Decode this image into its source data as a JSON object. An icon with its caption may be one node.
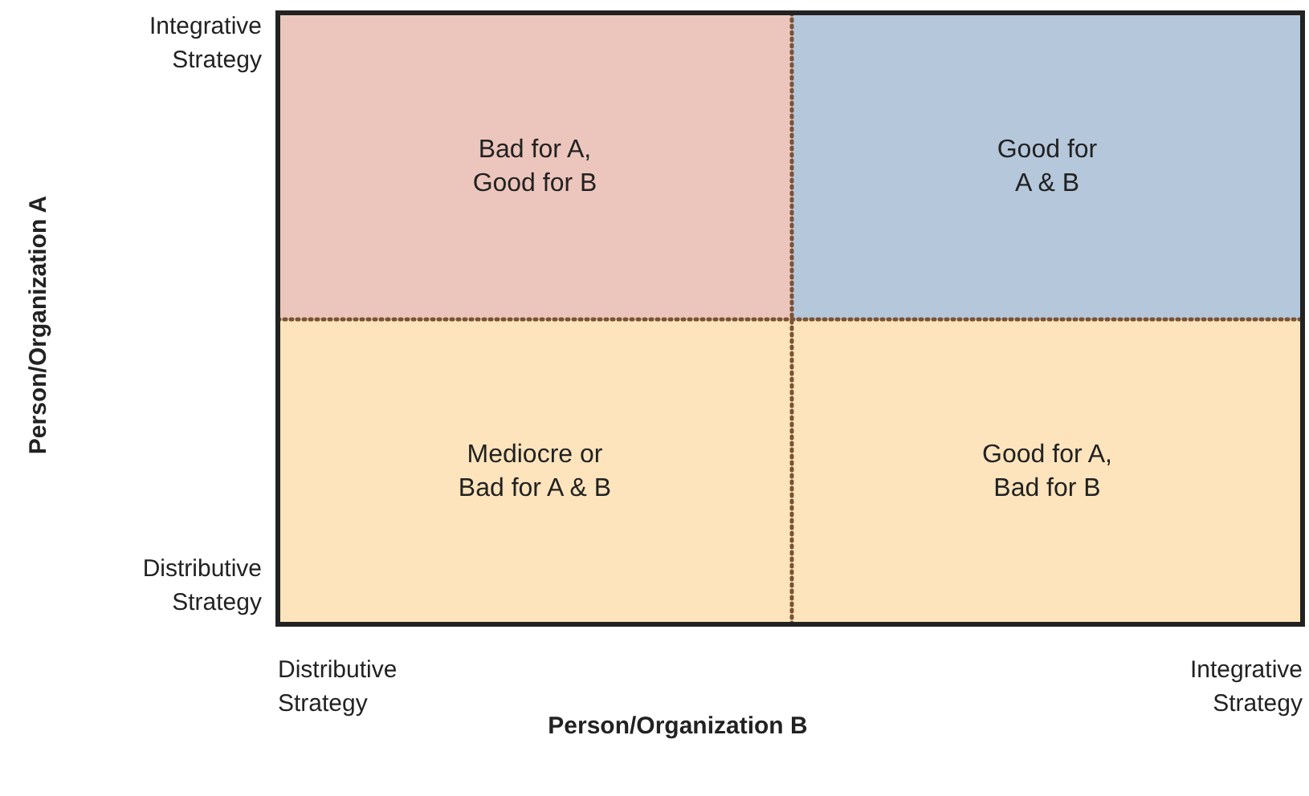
{
  "diagram": {
    "nodes": [
      {
        "text": [
          "Bad for A, Good for B"
        ]
      },
      {
        "text": [
          "Good for A & B"
        ]
      },
      {
        "text": [
          "Mediocre or Bad for A & B"
        ]
      },
      {
        "text": [
          "Good for A, Bad for B"
        ]
      }
    ],
    "labels": [
      "Integrative Strategy",
      "Person/Organization A",
      "Distributive Strategy",
      "Distributive Strategy",
      "Integrative Strategy",
      "Person/Organization B"
    ]
  }
}
